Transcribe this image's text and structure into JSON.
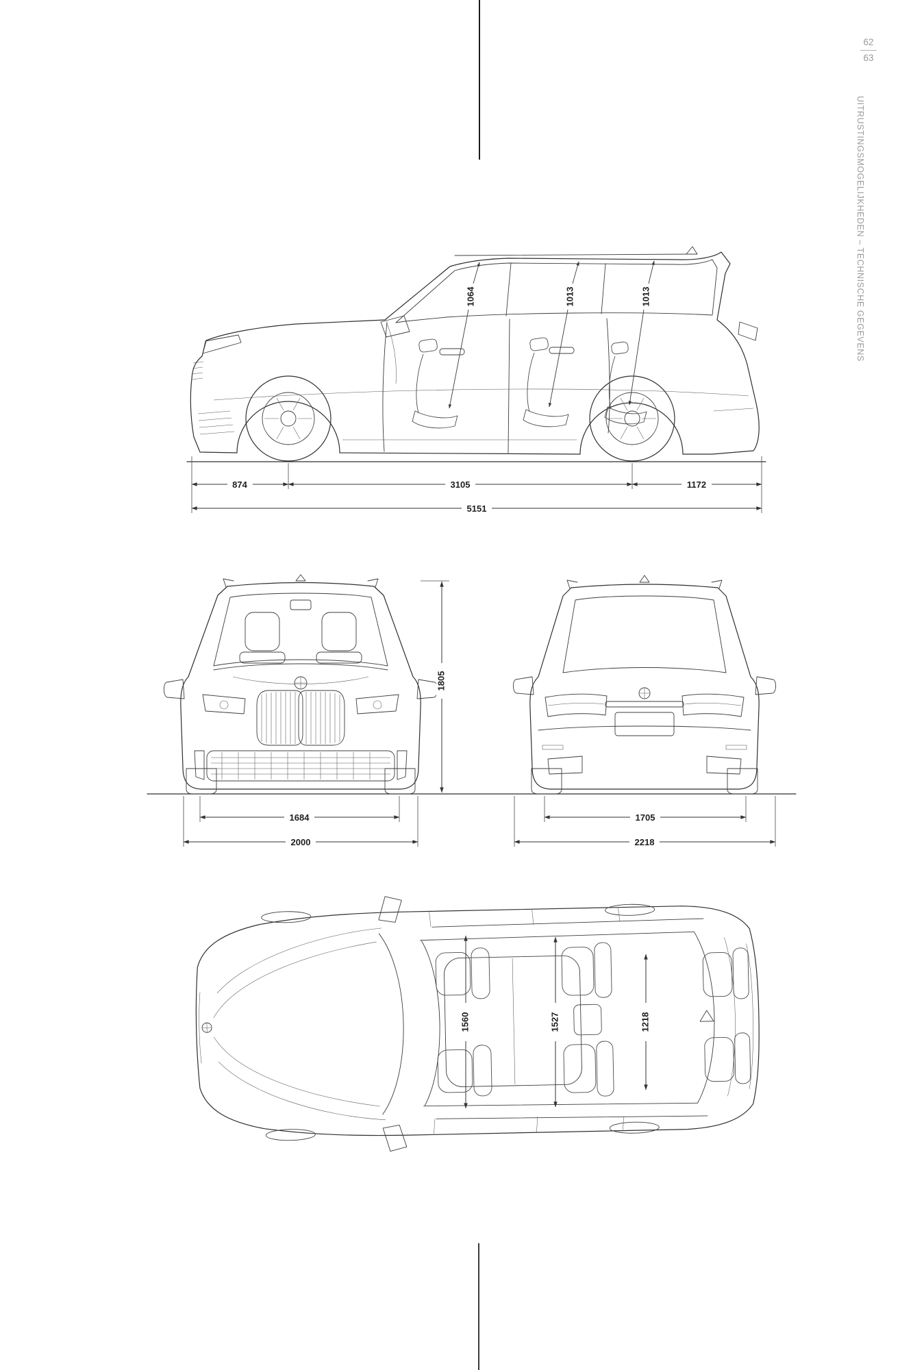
{
  "page": {
    "number_top": "62",
    "number_bottom": "63",
    "sidebar_title": "UITRUSTINGSMOGELIJKHEDEN – TECHNISCHE GEGEVENS"
  },
  "dimensions": {
    "side_view": {
      "headroom_front": "1064",
      "headroom_middle": "1013",
      "headroom_rear": "1013",
      "front_overhang": "874",
      "wheelbase": "3105",
      "rear_overhang": "1172",
      "overall_length": "5151"
    },
    "front_view": {
      "overall_height": "1805",
      "front_track": "1684",
      "body_width": "2000"
    },
    "rear_view": {
      "rear_track": "1705",
      "overall_width_incl_mirrors": "2218"
    },
    "top_view": {
      "interior_width_front": "1560",
      "interior_width_middle": "1527",
      "interior_width_rear": "1218"
    }
  },
  "colors": {
    "line": "#2e2e2e",
    "dimension": "#333333",
    "muted_text": "#9a9a9a",
    "background": "#ffffff"
  }
}
